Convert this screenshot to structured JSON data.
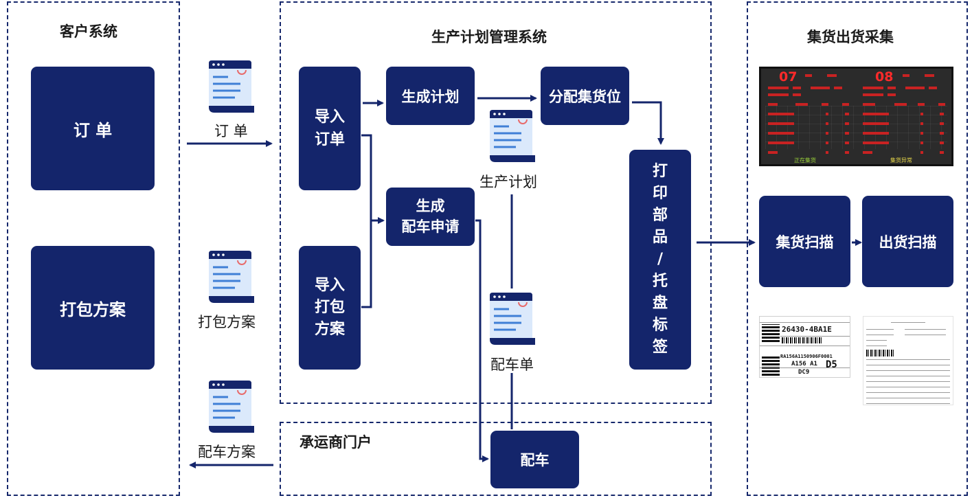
{
  "groups": {
    "customer": {
      "title": "客户系统"
    },
    "plan": {
      "title": "生产计划管理系统"
    },
    "shipping": {
      "title": "集货出货采集"
    },
    "carrier": {
      "title": "承运商门户"
    }
  },
  "boxes": {
    "order": "订 单",
    "packing_plan": "打包方案",
    "import_order": [
      "导入",
      "订单"
    ],
    "import_packing": [
      "导入",
      "打包",
      "方案"
    ],
    "generate_plan": "生成计划",
    "generate_vehicle": [
      "生成",
      "配车申请"
    ],
    "allocate_slot": "分配集货位",
    "print_label": [
      "打",
      "印",
      "部",
      "品",
      "/",
      "托",
      "盘",
      "标",
      "签"
    ],
    "collect_scan": "集货扫描",
    "ship_scan": "出货扫描",
    "vehicle": "配车"
  },
  "doc_labels": {
    "order": "订 单",
    "packing_plan": "打包方案",
    "vehicle_plan": "配车方案",
    "production_plan": "生产计划",
    "vehicle_sheet": "配车单"
  },
  "led_board": {
    "num_left": "07",
    "num_right": "08",
    "status_left": "正在集货",
    "status_right": "集货异常"
  },
  "label_left": {
    "part_no": "26430-4BA1E",
    "code": "RA156A1150906F0001",
    "model": "A156 A1",
    "dock": "D5",
    "dc": "DC9"
  },
  "colors": {
    "primary": "#14256b",
    "doc_header": "#14256b",
    "doc_body": "#dbe9fb",
    "doc_lines": "#3f7fd6",
    "doc_dot": "#e86a6a"
  }
}
